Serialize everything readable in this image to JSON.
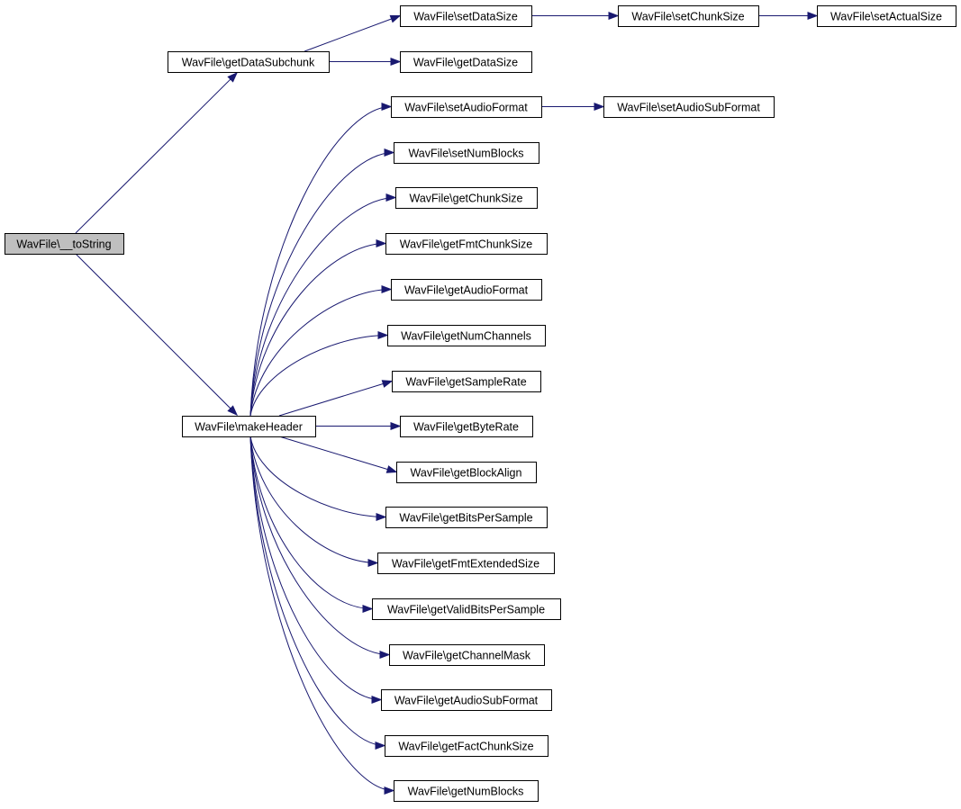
{
  "colors": {
    "edge": "#191970",
    "root_fill": "#bfbfbf",
    "node_fill": "#ffffff",
    "node_border": "#000000"
  },
  "nodes": {
    "tostring": "WavFile\\__toString",
    "getDataSubchunk": "WavFile\\getDataSubchunk",
    "makeHeader": "WavFile\\makeHeader",
    "setDataSize": "WavFile\\setDataSize",
    "getDataSize": "WavFile\\getDataSize",
    "setChunkSize": "WavFile\\setChunkSize",
    "setActualSize": "WavFile\\setActualSize",
    "setAudioFormat": "WavFile\\setAudioFormat",
    "setAudioSubFormat": "WavFile\\setAudioSubFormat",
    "setNumBlocks": "WavFile\\setNumBlocks",
    "getChunkSize": "WavFile\\getChunkSize",
    "getFmtChunkSize": "WavFile\\getFmtChunkSize",
    "getAudioFormat": "WavFile\\getAudioFormat",
    "getNumChannels": "WavFile\\getNumChannels",
    "getSampleRate": "WavFile\\getSampleRate",
    "getByteRate": "WavFile\\getByteRate",
    "getBlockAlign": "WavFile\\getBlockAlign",
    "getBitsPerSample": "WavFile\\getBitsPerSample",
    "getFmtExtendedSize": "WavFile\\getFmtExtendedSize",
    "getValidBitsPerSample": "WavFile\\getValidBitsPerSample",
    "getChannelMask": "WavFile\\getChannelMask",
    "getAudioSubFormat": "WavFile\\getAudioSubFormat",
    "getFactChunkSize": "WavFile\\getFactChunkSize",
    "getNumBlocks": "WavFile\\getNumBlocks"
  },
  "edges": [
    [
      "tostring",
      "getDataSubchunk"
    ],
    [
      "tostring",
      "makeHeader"
    ],
    [
      "getDataSubchunk",
      "setDataSize"
    ],
    [
      "getDataSubchunk",
      "getDataSize"
    ],
    [
      "setDataSize",
      "setChunkSize"
    ],
    [
      "setChunkSize",
      "setActualSize"
    ],
    [
      "setAudioFormat",
      "setAudioSubFormat"
    ],
    [
      "makeHeader",
      "setAudioFormat"
    ],
    [
      "makeHeader",
      "setNumBlocks"
    ],
    [
      "makeHeader",
      "getChunkSize"
    ],
    [
      "makeHeader",
      "getFmtChunkSize"
    ],
    [
      "makeHeader",
      "getAudioFormat"
    ],
    [
      "makeHeader",
      "getNumChannels"
    ],
    [
      "makeHeader",
      "getSampleRate"
    ],
    [
      "makeHeader",
      "getByteRate"
    ],
    [
      "makeHeader",
      "getBlockAlign"
    ],
    [
      "makeHeader",
      "getBitsPerSample"
    ],
    [
      "makeHeader",
      "getFmtExtendedSize"
    ],
    [
      "makeHeader",
      "getValidBitsPerSample"
    ],
    [
      "makeHeader",
      "getChannelMask"
    ],
    [
      "makeHeader",
      "getAudioSubFormat"
    ],
    [
      "makeHeader",
      "getFactChunkSize"
    ],
    [
      "makeHeader",
      "getNumBlocks"
    ]
  ]
}
